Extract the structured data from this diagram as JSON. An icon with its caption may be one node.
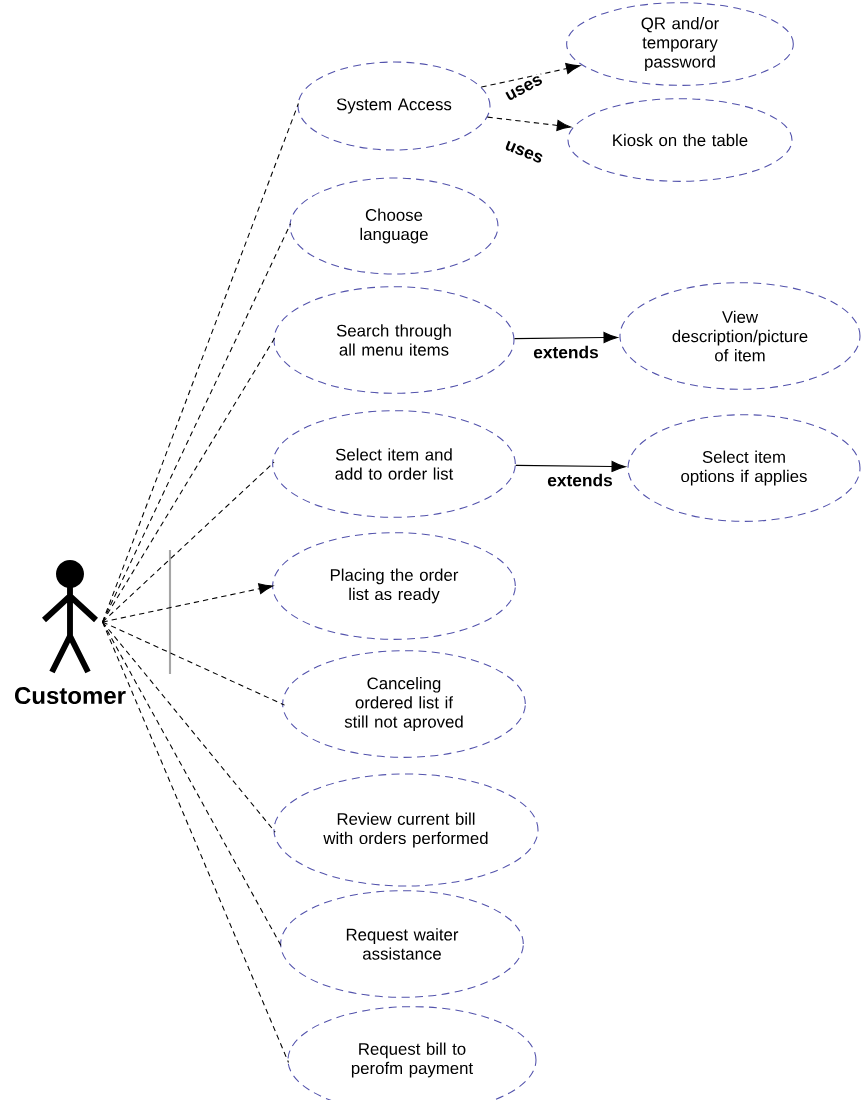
{
  "diagram": {
    "nodes": [
      {
        "text": [
          "Customer"
        ]
      },
      {
        "text": [
          "System Access"
        ]
      },
      {
        "text": [
          "QR and/or temporary password"
        ]
      },
      {
        "text": [
          "Kiosk on the table"
        ]
      },
      {
        "text": [
          "Choose language"
        ]
      },
      {
        "text": [
          "Search through all menu items"
        ]
      },
      {
        "text": [
          "View description/picture of item"
        ]
      },
      {
        "text": [
          "Select item and add to order list"
        ]
      },
      {
        "text": [
          "Select item options if applies"
        ]
      },
      {
        "text": [
          "Placing the order list as ready"
        ]
      },
      {
        "text": [
          "Canceling ordered list if still not aproved"
        ]
      },
      {
        "text": [
          "Review current bill with orders performed"
        ]
      },
      {
        "text": [
          "Request waiter assistance"
        ]
      },
      {
        "text": [
          "Request bill to perofm payment"
        ]
      }
    ],
    "edges": [
      {
        "from": 0,
        "to": 1,
        "arrow": "none",
        "style": "dashed"
      },
      {
        "from": 0,
        "to": 4,
        "arrow": "none",
        "style": "dashed"
      },
      {
        "from": 0,
        "to": 5,
        "arrow": "none",
        "style": "dashed"
      },
      {
        "from": 0,
        "to": 7,
        "arrow": "none",
        "style": "dashed"
      },
      {
        "from": 0,
        "to": 9,
        "arrow": "to",
        "style": "dashed"
      },
      {
        "from": 0,
        "to": 10,
        "arrow": "none",
        "style": "dashed"
      },
      {
        "from": 0,
        "to": 11,
        "arrow": "none",
        "style": "dashed"
      },
      {
        "from": 0,
        "to": 12,
        "arrow": "none",
        "style": "dashed"
      },
      {
        "from": 0,
        "to": 13,
        "arrow": "none",
        "style": "dashed"
      },
      {
        "from": 1,
        "to": 2,
        "arrow": "to",
        "label": "uses",
        "style": "dashed"
      },
      {
        "from": 1,
        "to": 3,
        "arrow": "to",
        "label": "uses",
        "style": "dashed"
      },
      {
        "from": 5,
        "to": 6,
        "arrow": "to",
        "label": "extends"
      },
      {
        "from": 7,
        "to": 8,
        "arrow": "to",
        "label": "extends"
      }
    ]
  }
}
